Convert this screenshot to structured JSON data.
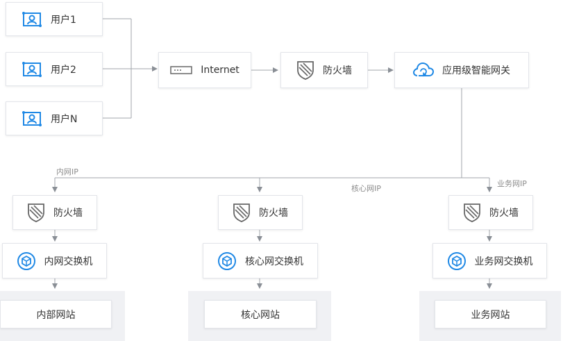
{
  "colors": {
    "icon_blue": "#1e88e5",
    "line": "#9aa0a6",
    "panel": "#f0f1f4",
    "shield": "#666666"
  },
  "users": [
    {
      "label": "用户1",
      "icon": "user-id-card-icon"
    },
    {
      "label": "用户2",
      "icon": "user-id-card-icon"
    },
    {
      "label": "用户N",
      "icon": "user-id-card-icon"
    }
  ],
  "internet": {
    "label": "Internet",
    "icon": "router-icon"
  },
  "top_firewall": {
    "label": "防火墙",
    "icon": "shield-icon"
  },
  "gateway": {
    "label": "应用级智能网关",
    "icon": "cloud-gateway-icon"
  },
  "branch_labels": {
    "internal": "内网IP",
    "core": "核心网IP",
    "business": "业务网IP"
  },
  "branches": [
    {
      "firewall": "防火墙",
      "switch": "内网交换机",
      "site": "内部网站"
    },
    {
      "firewall": "防火墙",
      "switch": "核心网交换机",
      "site": "核心网站"
    },
    {
      "firewall": "防火墙",
      "switch": "业务网交换机",
      "site": "业务网站"
    }
  ]
}
